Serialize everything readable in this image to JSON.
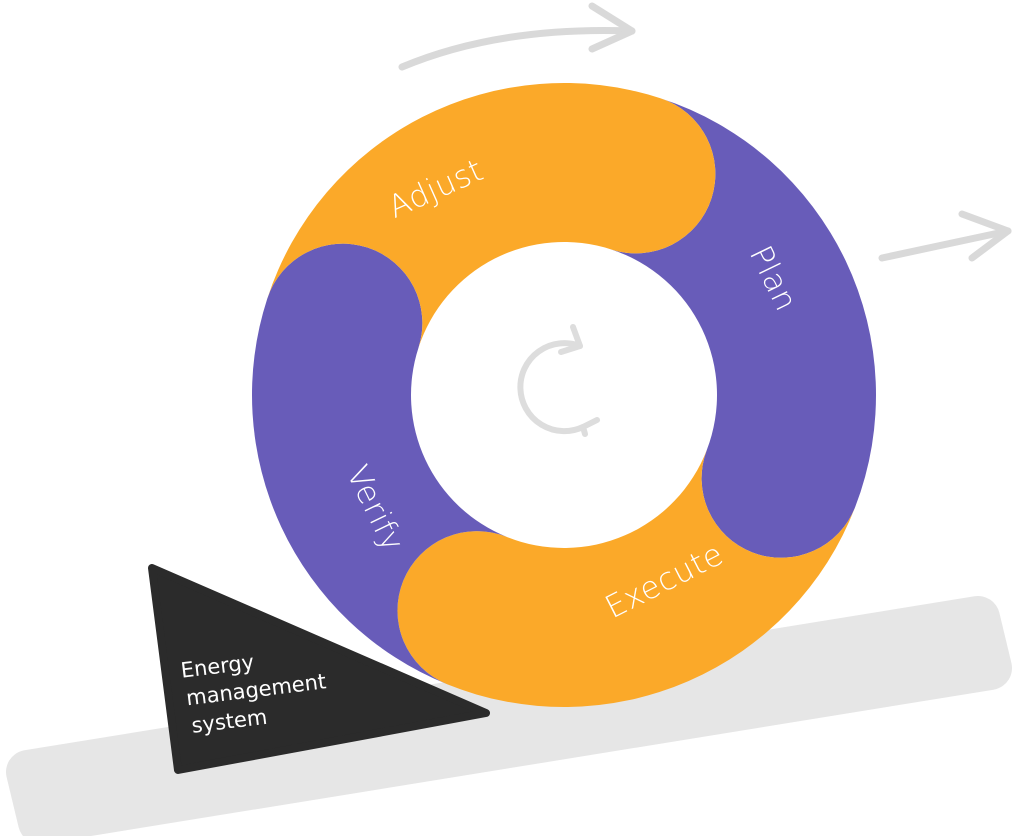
{
  "cycle": {
    "segments": [
      {
        "id": "plan",
        "label": "Plan",
        "color": "#685CB9"
      },
      {
        "id": "execute",
        "label": "Execute",
        "color": "#FBA929"
      },
      {
        "id": "verify",
        "label": "Verify",
        "color": "#685CB9"
      },
      {
        "id": "adjust",
        "label": "Adjust",
        "color": "#FBA929"
      }
    ],
    "center_icon": "refresh-cycle-icon"
  },
  "wedge": {
    "lines": [
      "Energy",
      "management",
      "system"
    ],
    "color": "#2B2B2B"
  },
  "ramp_color": "#E6E6E6",
  "arrow_color": "#D9D9D9",
  "icons": [
    "forward-arrow-icon",
    "forward-arrow-icon"
  ]
}
